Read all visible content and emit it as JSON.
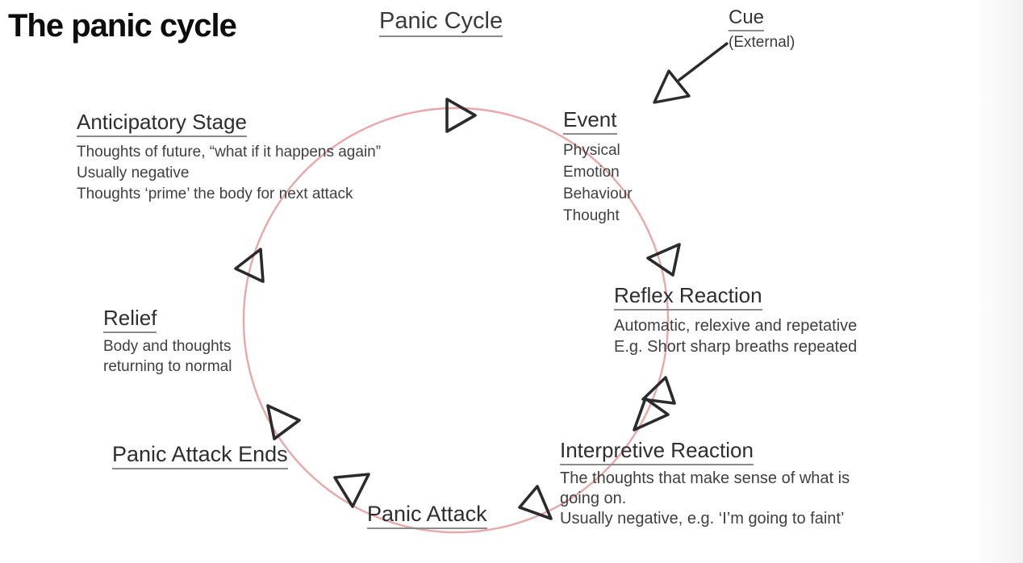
{
  "page": {
    "title": "The panic cycle",
    "background": "#ffffff"
  },
  "diagram": {
    "title": "Panic Cycle",
    "circle_color": "#e8a8a8",
    "arrow_color": "#2b2b2b",
    "cue": {
      "label": "Cue",
      "sublabel": "(External)"
    },
    "stages": [
      {
        "id": "anticipatory-stage",
        "title": "Anticipatory Stage",
        "lines": [
          "Thoughts of future, “what if it happens again”",
          "Usually negative",
          "Thoughts ‘prime’ the body for next attack"
        ]
      },
      {
        "id": "event",
        "title": "Event",
        "lines": [
          "Physical",
          "Emotion",
          "Behaviour",
          "Thought"
        ]
      },
      {
        "id": "reflex-reaction",
        "title": "Reflex Reaction",
        "lines": [
          "Automatic, relexive and repetative",
          "E.g. Short sharp breaths repeated"
        ]
      },
      {
        "id": "interpretive-reaction",
        "title": "Interpretive Reaction",
        "lines": [
          "The thoughts that make sense of what is",
          "going on.",
          "Usually negative, e.g. ‘I’m going to faint’"
        ]
      },
      {
        "id": "panic-attack",
        "title": "Panic Attack",
        "lines": []
      },
      {
        "id": "panic-attack-ends",
        "title": "Panic Attack Ends",
        "lines": []
      },
      {
        "id": "relief",
        "title": "Relief",
        "lines": [
          "Body and thoughts",
          "returning to normal"
        ]
      }
    ]
  }
}
